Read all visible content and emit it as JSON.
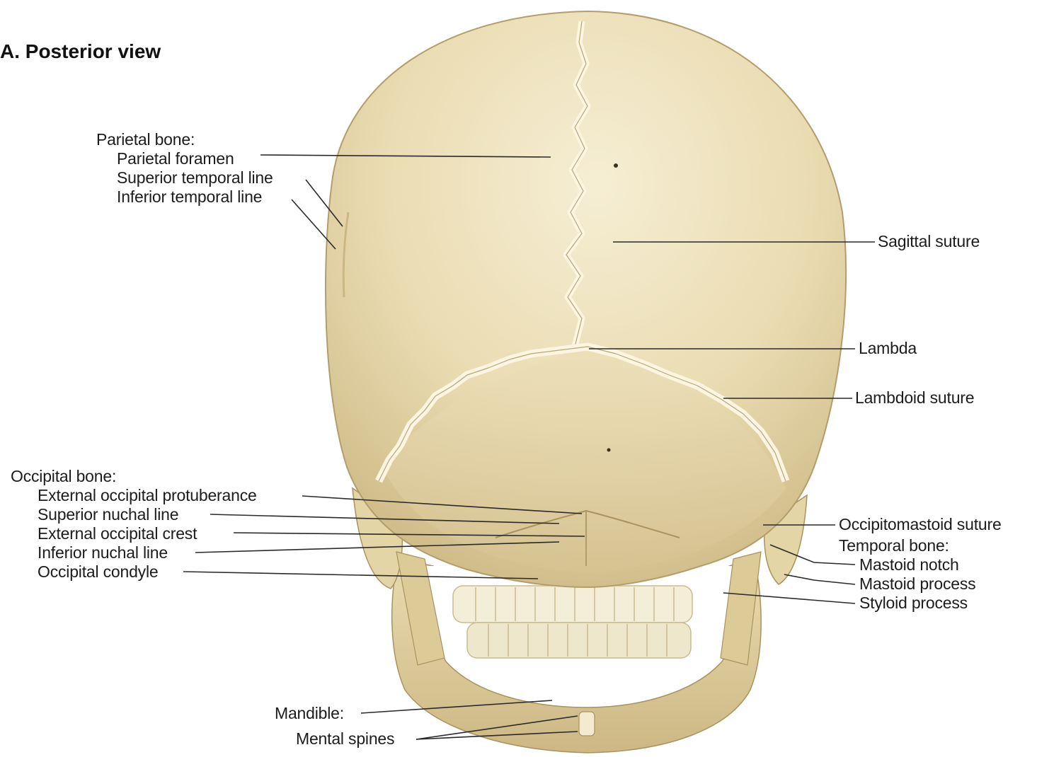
{
  "figure": {
    "title": "A. Posterior view"
  },
  "labels": {
    "parietal_bone": "Parietal bone:",
    "parietal_foramen": "Parietal foramen",
    "superior_temporal_line": "Superior temporal line",
    "inferior_temporal_line": "Inferior temporal line",
    "sagittal_suture": "Sagittal suture",
    "lambda": "Lambda",
    "lambdoid_suture": "Lambdoid suture",
    "occipital_bone": "Occipital bone:",
    "external_occipital_protuberance": "External occipital protuberance",
    "superior_nuchal_line": "Superior nuchal line",
    "external_occipital_crest": "External occipital crest",
    "inferior_nuchal_line": "Inferior nuchal line",
    "occipital_condyle": "Occipital condyle",
    "occipitomastoid_suture": "Occipitomastoid suture",
    "temporal_bone": "Temporal bone:",
    "mastoid_notch": "Mastoid notch",
    "mastoid_process": "Mastoid process",
    "styloid_process": "Styloid process",
    "mandible": "Mandible:",
    "mental_spines": "Mental spines"
  },
  "colors": {
    "bone_light": "#f1e7c8",
    "bone_mid": "#e3d4a8",
    "bone_shadow": "#b9a472",
    "suture": "#fbf6e6",
    "tooth": "#f7f3e3"
  }
}
